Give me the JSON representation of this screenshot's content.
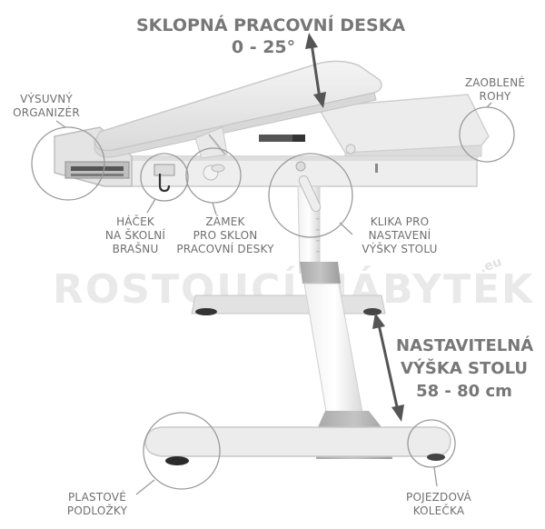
{
  "title": {
    "line1": "SKLOPNÁ PRACOVNÍ DESKA",
    "line2": "0 - 25°"
  },
  "watermark": {
    "text": "ROSTOUCÍ NÁBYTEK",
    "suffix": ".eu"
  },
  "labels": {
    "organizer": [
      "VÝSUVNÝ",
      "ORGANIZÉR"
    ],
    "corners": [
      "ZAOBLENÉ",
      "ROHY"
    ],
    "hook": [
      "HÁČEK",
      "NA ŠKOLNÍ",
      "BRAŠNU"
    ],
    "lock": [
      "ZÁMEK",
      "PRO SKLON",
      "PRACOVNÍ DESKY"
    ],
    "crank": [
      "KLIKA PRO",
      "NASTAVENÍ",
      "VÝŠKY STOLU"
    ],
    "height": [
      "NASTAVITELNÁ",
      "VÝŠKA STOLU",
      "58 - 80 cm"
    ],
    "pads": [
      "PLASTOVÉ",
      "PODLOŽKY"
    ],
    "wheels": [
      "POJEZDOVÁ",
      "KOLEČKA"
    ]
  },
  "colors": {
    "label_text": "#6f6f6f",
    "desk_body": "#e8e8e8",
    "desk_edge": "#cfcfcf",
    "accent_dark": "#555555",
    "watermark": "#e9e9e9"
  }
}
